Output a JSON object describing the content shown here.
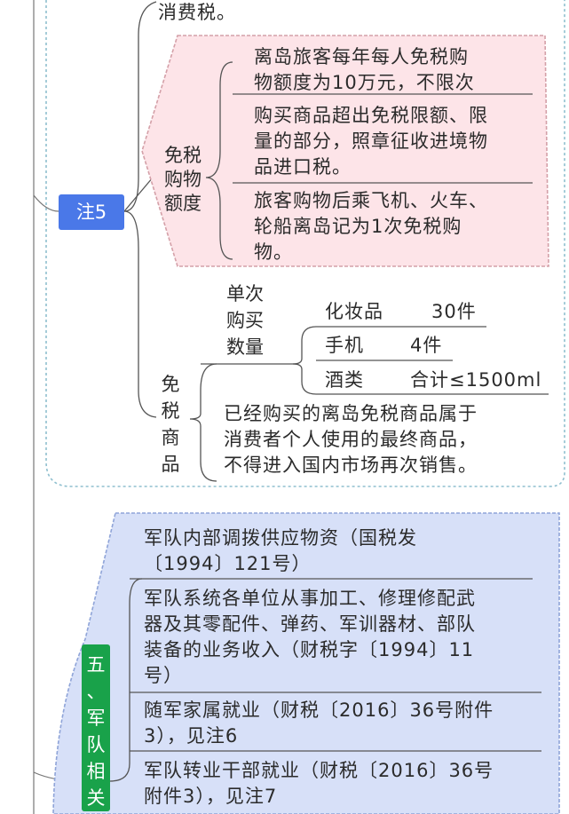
{
  "top_fragment": "消费税。",
  "note5": {
    "tag": "注5",
    "quota": {
      "label": "免税\n购物\n额度",
      "items": [
        "离岛旅客每年每人免税购\n物额度为10万元，不限次",
        "购买商品超出免税限额、限\n量的部分，照章征收进境物\n品进口税。",
        "旅客购物后乘飞机、火车、\n轮船离岛记为1次免税购\n物。"
      ]
    },
    "goods": {
      "label": "免\n税\n商\n品",
      "quantity_label": "单次\n购买\n数量",
      "quantity_items": [
        {
          "name": "化妆品",
          "value": "30件"
        },
        {
          "name": "手机",
          "value": "4件"
        },
        {
          "name": "酒类",
          "value": "合计≤1500ml"
        }
      ],
      "final_note": "已经购买的离岛免税商品属于\n消费者个人使用的最终商品，\n不得进入国内市场再次销售。"
    }
  },
  "military": {
    "tag": "五\n、\n军\n队\n相\n关",
    "items": [
      "军队内部调拨供应物资（国税发\n〔1994〕121号）",
      "军队系统各单位从事加工、修理修配武\n器及其零配件、弹药、军训器材、部队\n装备的业务收入（财税字〔1994〕11\n号）",
      "随军家属就业（财税〔2016〕36号附件\n3），见注6",
      "军队转业干部就业（财税〔2016〕36号\n附件3），见注7"
    ]
  },
  "colors": {
    "pink_fill": "#fde4e8",
    "pink_border": "#d4a0a8",
    "blue_fill": "#d7e0f8",
    "blue_border": "#8fa4d8",
    "dashed_border": "#8fbfcf",
    "line": "#555555",
    "tag_blue": "#4a78e8",
    "tag_green": "#19a24a"
  }
}
